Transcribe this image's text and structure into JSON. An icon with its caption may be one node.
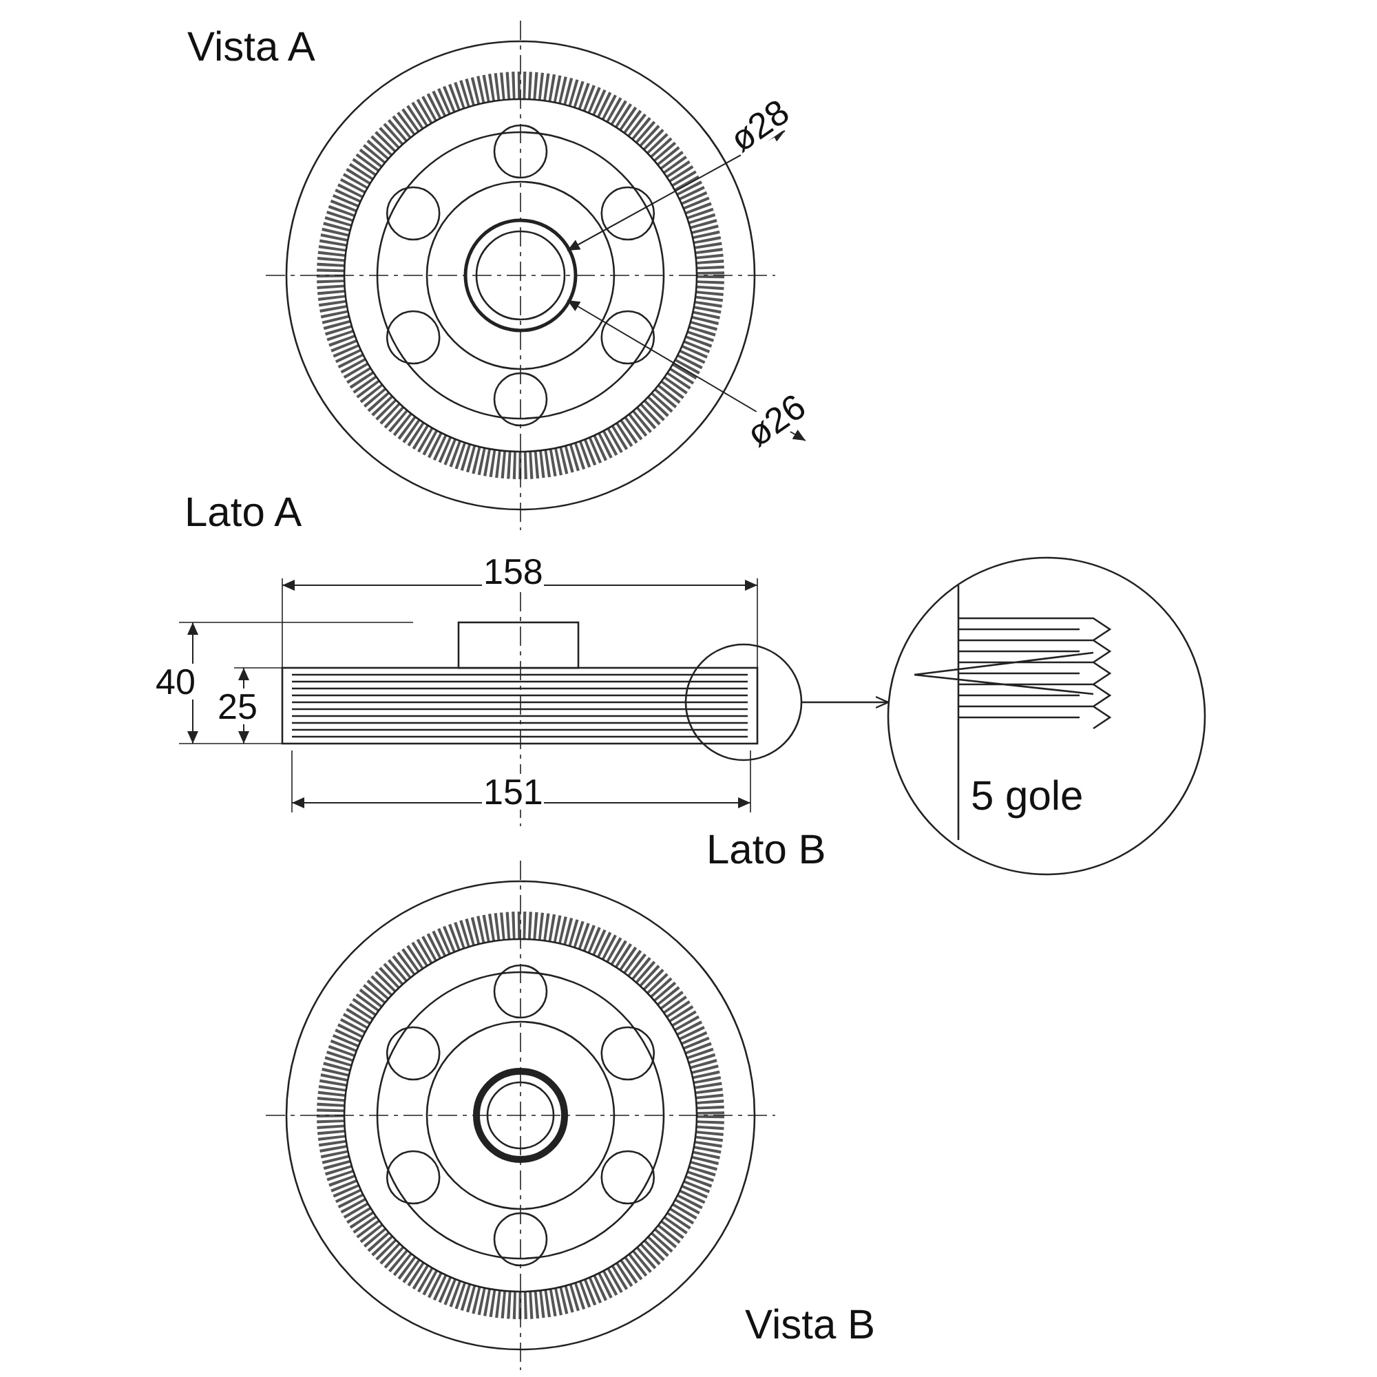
{
  "diagram": {
    "nodes": [
      {
        "text": [],
        "shape": "circle"
      },
      {
        "text": [
          "5 gole"
        ]
      }
    ],
    "edges": [
      {
        "from": 0,
        "to": 1,
        "arrow": "to"
      }
    ],
    "labels": [
      "Vista A",
      "ø28",
      "ø26",
      "Lato A",
      "158",
      "40",
      "25",
      "151",
      "Lato B",
      "Vista B"
    ]
  }
}
